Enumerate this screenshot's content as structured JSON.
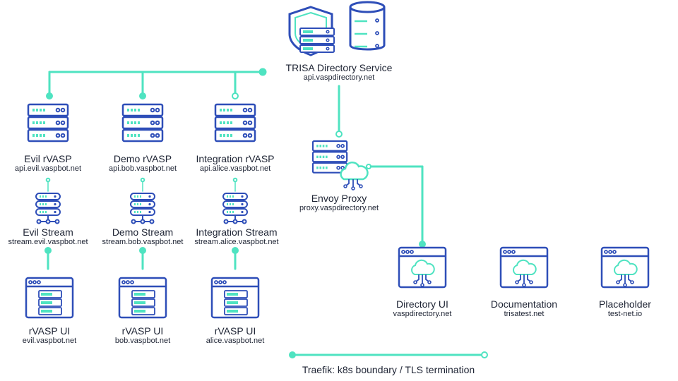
{
  "colors": {
    "accent": "#4fe3c1",
    "icon": "#2e4eb8",
    "text": "#1d2333"
  },
  "directory": {
    "name": "TRISA Directory Service",
    "host": "api.vaspdirectory.net",
    "icons": [
      "shield-server-icon",
      "database-icon"
    ]
  },
  "proxy": {
    "name": "Envoy Proxy",
    "host": "proxy.vaspdirectory.net",
    "icon": "server-cloud-icon"
  },
  "rvasps": [
    {
      "name": "Evil rVASP",
      "host": "api.evil.vaspbot.net"
    },
    {
      "name": "Demo rVASP",
      "host": "api.bob.vaspbot.net"
    },
    {
      "name": "Integration rVASP",
      "host": "api.alice.vaspbot.net"
    }
  ],
  "streams": [
    {
      "name": "Evil Stream",
      "host": "stream.evil.vaspbot.net"
    },
    {
      "name": "Demo Stream",
      "host": "stream.bob.vaspbot.net"
    },
    {
      "name": "Integration Stream",
      "host": "stream.alice.vaspbot.net"
    }
  ],
  "uis": [
    {
      "name": "rVASP UI",
      "host": "evil.vaspbot.net"
    },
    {
      "name": "rVASP UI",
      "host": "bob.vaspbot.net"
    },
    {
      "name": "rVASP UI",
      "host": "alice.vaspbot.net"
    }
  ],
  "web": [
    {
      "name": "Directory UI",
      "host": "vaspdirectory.net"
    },
    {
      "name": "Documentation",
      "host": "trisatest.net"
    },
    {
      "name": "Placeholder",
      "host": "test-net.io"
    }
  ],
  "legend": {
    "text": "Traefik: k8s boundary / TLS termination"
  }
}
